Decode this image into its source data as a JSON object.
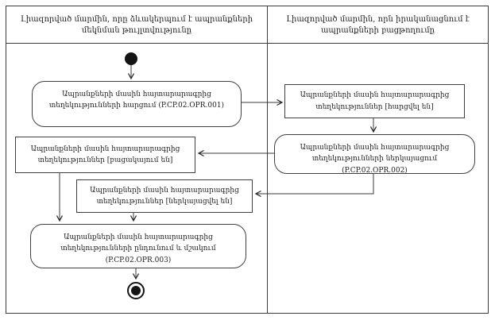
{
  "diagram": {
    "kind": "uml-activity-diagram",
    "colors": {
      "ink": "#1d1d1d",
      "line": "#3a3a3a",
      "background": "#ffffff"
    },
    "lanes": [
      {
        "title": "Լիազորված մարմին, որը ձևակերպում է ապրանքների մեկնման թույլտվությունը"
      },
      {
        "title": "Լիազորված մարմին, որն իրականացնում է ապրանքների բացթողումը"
      }
    ],
    "nodes": {
      "opr001": {
        "label": "Ապրանքների մասին հայտարարագրից տեղեկությունների հարցում (P.CP.02.OPR.001)",
        "type": "action",
        "lane": 0
      },
      "state_harcvel": {
        "label": "Ապրանքների մասին հայտարարագրից տեղեկություններ [հարցվել են]",
        "type": "object-state",
        "lane": 1
      },
      "opr002": {
        "label": "Ապրանքների մասին հայտարարագրից տեղեկությունների ներկայացում (P.CP.02.OPR.002)",
        "type": "action",
        "lane": 1
      },
      "state_bacakayum": {
        "label": "Ապրանքների մասին հայտարարագրից տեղեկություններ [բացակայում են]",
        "type": "object-state",
        "lane": 0
      },
      "state_nerkayacvel": {
        "label": "Ապրանքների մասին հայտարարագրից տեղեկություններ [ներկայացվել են]",
        "type": "object-state",
        "lane": 0
      },
      "opr003": {
        "label": "Ապրանքների մասին հայտարարագրից տեղեկությունների ընդունում և մշակում (P.CP.02.OPR.003)",
        "type": "action",
        "lane": 0
      }
    },
    "flow": [
      "start -> opr001",
      "opr001 -> state_harcvel",
      "state_harcvel -> opr002",
      "opr002 -> state_bacakayum",
      "opr002 -> state_nerkayacvel",
      "state_bacakayum -> opr003",
      "state_nerkayacvel -> opr003",
      "opr003 -> end"
    ]
  }
}
